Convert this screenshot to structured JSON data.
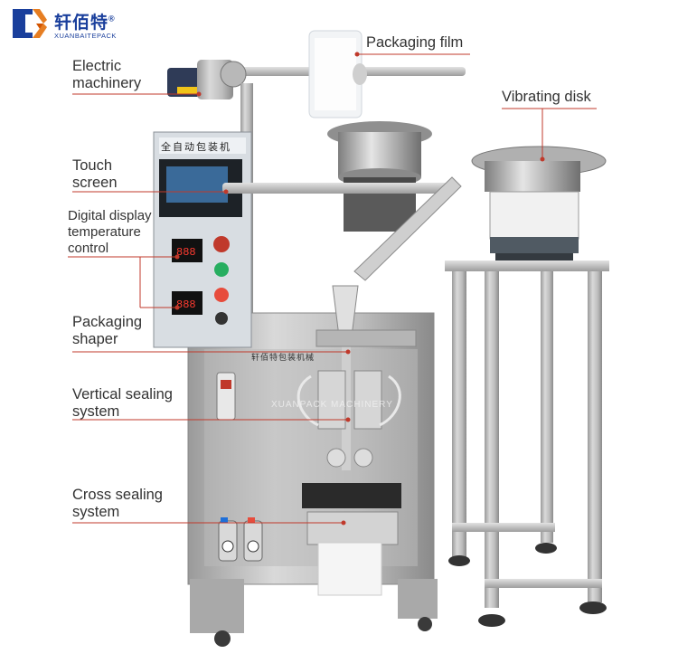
{
  "brand": {
    "name_cn": "轩佰特",
    "registered_mark": "®",
    "name_en": "XUANBAITEPACK"
  },
  "labels": {
    "packaging_film": "Packaging film",
    "electric_machinery": [
      "Electric",
      "machinery"
    ],
    "vibrating_disk": "Vibrating disk",
    "touch_screen": [
      "Touch",
      "screen"
    ],
    "digital_display": [
      "Digital display",
      "temperature",
      "control"
    ],
    "packaging_shaper": [
      "Packaging",
      "shaper"
    ],
    "vertical_sealing": [
      "Vertical sealing",
      "system"
    ],
    "cross_sealing": [
      "Cross sealing",
      "system"
    ]
  },
  "machine": {
    "panel_title": "全自动包装机",
    "plate_text": "轩佰特包装机械",
    "watermark": "XUANPACK  MACHINERY"
  },
  "colors": {
    "leader_line": "#c0392b",
    "brand_blue": "#1a3f9c",
    "steel": "#c8c8c8",
    "steel_dark": "#8e8e8e"
  }
}
